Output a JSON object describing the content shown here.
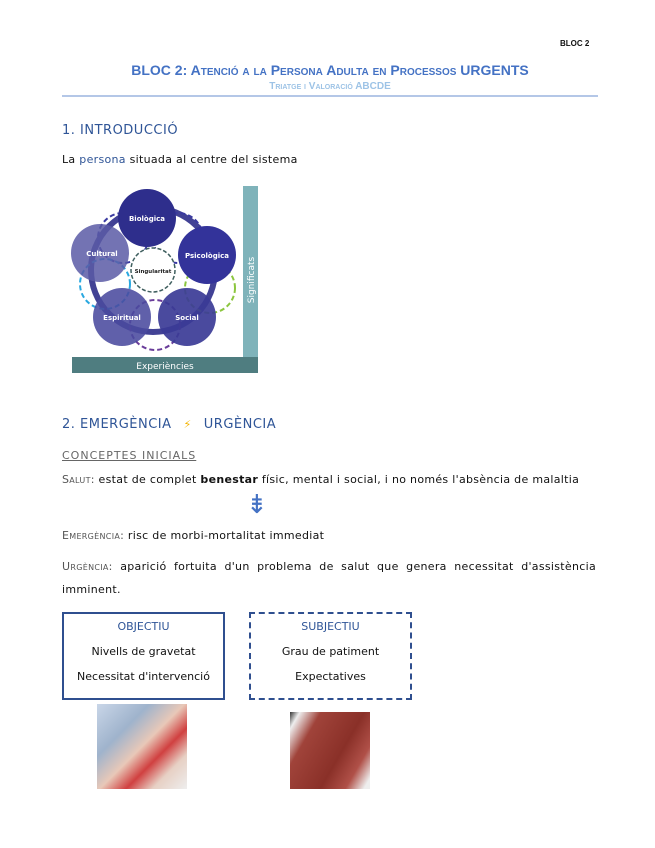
{
  "header": {
    "bloc": "BLOC 2",
    "title": "BLOC 2: Atenció a la Persona Adulta en Processos URGENTS",
    "subtitle": "Triatge i Valoració ABCDE"
  },
  "section1": {
    "heading": "1. INTRODUCCIÓ",
    "line_pre": "La ",
    "line_highlight": "persona",
    "line_post": " situada al centre del sistema",
    "diagram": {
      "nodes": [
        "Biològica",
        "Psicològica",
        "Social",
        "Espiritual",
        "Cultural"
      ],
      "center": "Singularitat",
      "y_axis": "Significats",
      "x_axis": "Experiències"
    }
  },
  "section2": {
    "heading_left": "2. EMERGÈNCIA",
    "heading_symbol": "⚡",
    "heading_right": "URGÈNCIA",
    "subheading": "CONCEPTES INICIALS",
    "salut_label": "Salut:",
    "salut_pre": " estat de complet ",
    "salut_bold": "benestar",
    "salut_post": " físic, mental i social, i no només l'absència de malaltia",
    "arrow_symbol": "⇟",
    "emergencia_label": "Emergència:",
    "emergencia_text": " risc de morbi-mortalitat immediat",
    "urgencia_label": "Urgència:",
    "urgencia_text": " aparició fortuita d'un problema de salut que genera necessitat d'assistència imminent.",
    "objectiu": {
      "title": "OBJECTIU",
      "items": [
        "Nivells de gravetat",
        "Necessitat d'intervenció"
      ]
    },
    "subjectiu": {
      "title": "SUBJECTIU",
      "items": [
        "Grau de patiment",
        "Expectatives"
      ]
    }
  },
  "colors": {
    "accent": "#4472c4",
    "circle": "#3d3d99",
    "bar": "#6fa8b0"
  }
}
